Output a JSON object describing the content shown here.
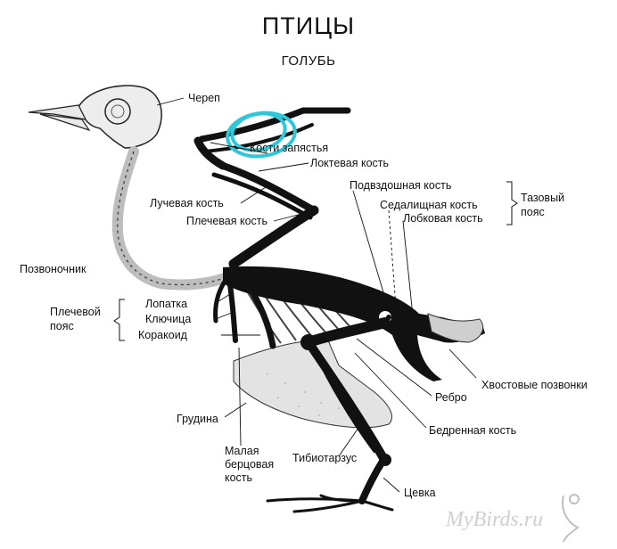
{
  "title": "ПТИЦЫ",
  "subtitle": "ГОЛУБЬ",
  "labels": {
    "skull": "Череп",
    "wrist": "Кости запястья",
    "ulna": "Локтевая кость",
    "radius": "Лучевая кость",
    "humerus": "Плечевая кость",
    "ilium": "Подвздошная кость",
    "ischium": "Седалищная кость",
    "pubis": "Лобковая кость",
    "pelvis_group_1": "Тазовый",
    "pelvis_group_2": "пояс",
    "spine": "Позвоночник",
    "shoulder_group_1": "Плечевой",
    "shoulder_group_2": "пояс",
    "scapula": "Лопатка",
    "clavicle": "Ключица",
    "coracoid": "Коракоид",
    "tail_vertebrae": "Хвостовые позвонки",
    "rib": "Ребро",
    "femur": "Бедренная кость",
    "sternum": "Грудина",
    "fibula_1": "Малая",
    "fibula_2": "берцовая",
    "fibula_3": "кость",
    "tibiotarsus": "Тибиотарзус",
    "tarsus": "Цевка"
  },
  "watermark": "MyBirds.ru",
  "colors": {
    "bone": "#111111",
    "sternum": "#e4e4e4",
    "highlight": "#30c8d8"
  }
}
